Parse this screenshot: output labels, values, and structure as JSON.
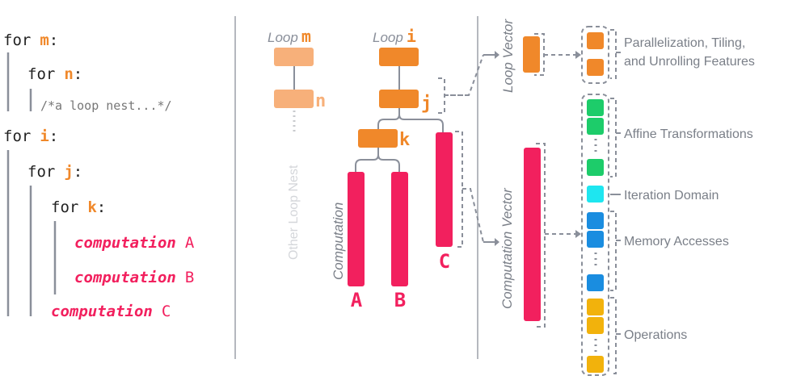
{
  "code": {
    "lines": [
      {
        "kw": "for",
        "var": "m",
        "tail": ":"
      },
      {
        "kw": "for",
        "var": "n",
        "tail": ":"
      },
      {
        "comment": "/*a loop nest...*/"
      },
      {
        "kw": "for",
        "var": "i",
        "tail": ":"
      },
      {
        "kw": "for",
        "var": "j",
        "tail": ":"
      },
      {
        "kw": "for",
        "var": "k",
        "tail": ":"
      },
      {
        "comp": "computation",
        "letter": "A"
      },
      {
        "comp": "computation",
        "letter": "B"
      },
      {
        "comp": "computation",
        "letter": "C"
      }
    ]
  },
  "tree": {
    "loop_word": "Loop",
    "loop_m_var": "m",
    "loop_i_var": "i",
    "n_label": "n",
    "j_label": "j",
    "k_label": "k",
    "other_loop_nest": "Other Loop Nest",
    "computation_label": "Computation",
    "comp_a": "A",
    "comp_b": "B",
    "comp_c": "C"
  },
  "vectors": {
    "loop_vector": "Loop Vector",
    "computation_vector": "Computation Vector"
  },
  "features": {
    "parallel_line1": "Parallelization, Tiling,",
    "parallel_line2": "and Unrolling Features",
    "affine": "Affine Transformations",
    "iteration": "Iteration Domain",
    "memory": "Memory Accesses",
    "operations": "Operations"
  },
  "colors": {
    "orange": "#f0882a",
    "light_orange": "#f7b07a",
    "pink": "#f2205e",
    "green": "#1dcc6a",
    "cyan": "#1ee6f0",
    "blue": "#1a8de0",
    "yellow": "#f2b20c",
    "gray": "#8a8f9a",
    "code_black": "#222222",
    "comment_gray": "#777777"
  }
}
